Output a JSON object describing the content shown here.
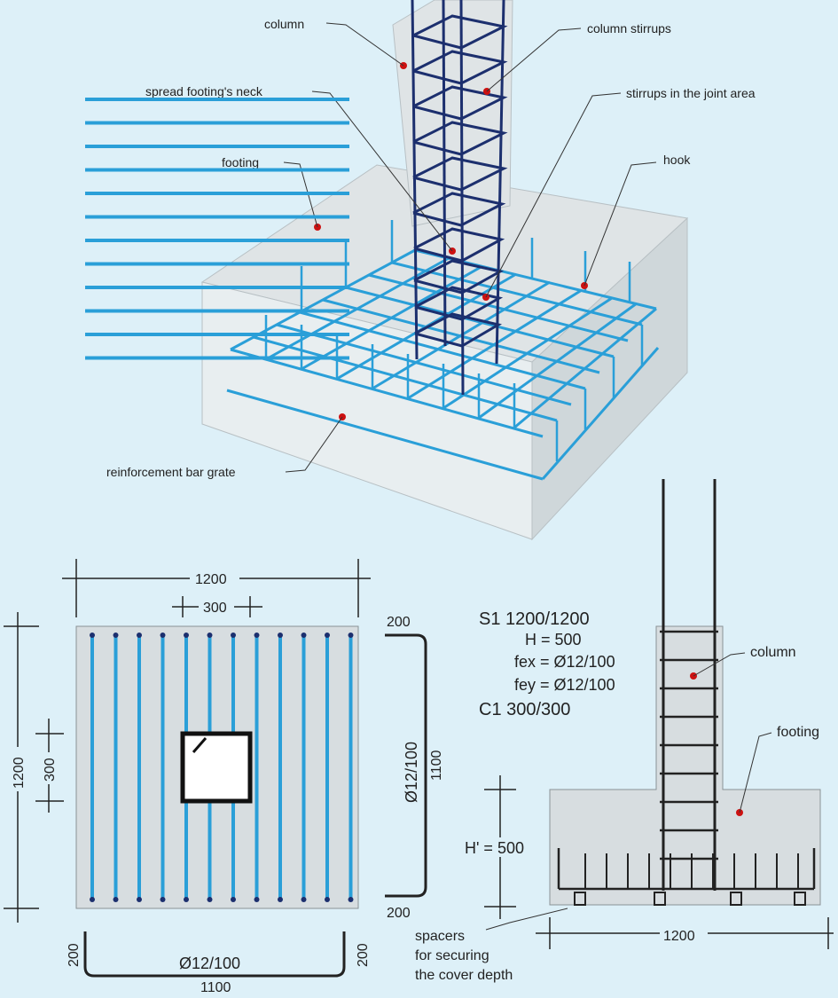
{
  "iso_labels": {
    "column": "column",
    "column_stirrups": "column stirrups",
    "spread_footing_neck": "spread footing's neck",
    "stirrups_joint": "stirrups in the joint area",
    "footing": "footing",
    "hook": "hook",
    "rebar_grate": "reinforcement bar grate"
  },
  "plan": {
    "dim_1200_top": "1200",
    "dim_300_top": "300",
    "dim_1200_left": "1200",
    "dim_300_left": "300"
  },
  "bar_shape_right": {
    "top": "200",
    "bottom": "200",
    "bar": "Ø12/100",
    "length": "1100"
  },
  "bar_shape_bottom": {
    "left": "200",
    "right": "200",
    "bar": "Ø12/100",
    "length": "1100"
  },
  "spec": {
    "s1": "S1 1200/1200",
    "h": "H = 500",
    "fex": "fex = Ø12/100",
    "fey": "fey = Ø12/100",
    "c1": "C1 300/300"
  },
  "section": {
    "column": "column",
    "footing": "footing",
    "h_prime": "H' = 500",
    "spacers_1": "spacers",
    "spacers_2": "for securing",
    "spacers_3": "the cover depth",
    "dim_1200": "1200"
  },
  "colors": {
    "rebar": "#2a9fd8",
    "rebar_dark": "#1c2f6e",
    "concrete": "#d7dde0",
    "marker": "#cc1111",
    "background": "#ddf0f8"
  }
}
